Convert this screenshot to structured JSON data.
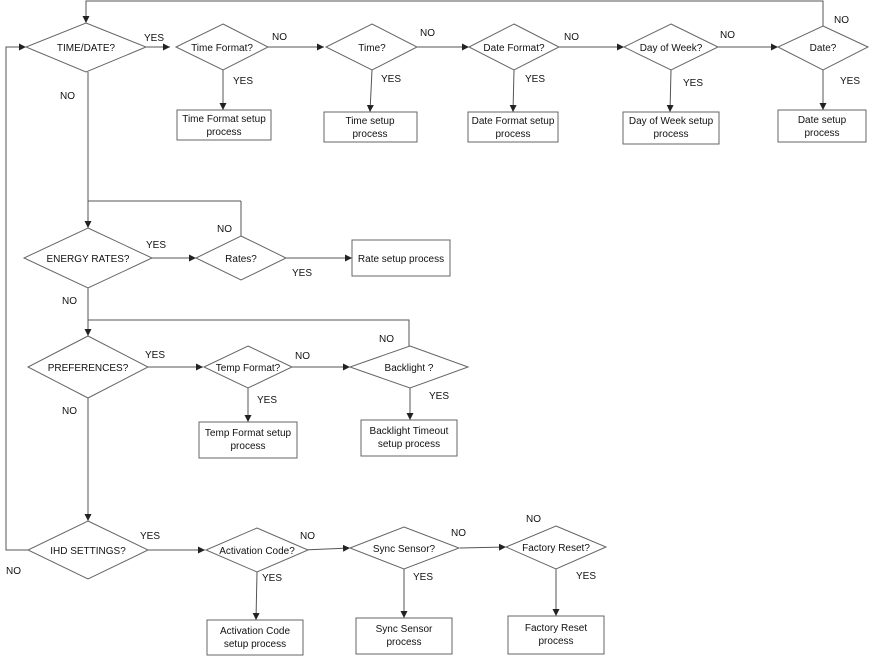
{
  "diagram": {
    "decisions": {
      "time_date": "TIME/DATE?",
      "time_format": "Time Format?",
      "time": "Time?",
      "date_format": "Date Format?",
      "day_of_week": "Day of Week?",
      "date": "Date?",
      "energy_rates": "ENERGY RATES?",
      "rates": "Rates?",
      "preferences": "PREFERENCES?",
      "temp_format": "Temp Format?",
      "backlight": "Backlight ?",
      "ihd_settings": "IHD SETTINGS?",
      "activation_code": "Activation Code?",
      "sync_sensor": "Sync Sensor?",
      "factory_reset": "Factory Reset?"
    },
    "processes": {
      "time_format_setup": [
        "Time Format setup",
        "process"
      ],
      "time_setup": [
        "Time setup",
        "process"
      ],
      "date_format_setup": [
        "Date Format setup",
        "process"
      ],
      "day_of_week_setup": [
        "Day of Week setup",
        "process"
      ],
      "date_setup": [
        "Date setup",
        "process"
      ],
      "rate_setup": [
        "Rate setup process"
      ],
      "temp_format_setup": [
        "Temp Format setup",
        "process"
      ],
      "backlight_timeout_setup": [
        "Backlight Timeout",
        "setup process"
      ],
      "activation_code_setup": [
        "Activation Code",
        "setup process"
      ],
      "sync_sensor_setup": [
        "Sync Sensor",
        "process"
      ],
      "factory_reset_setup": [
        "Factory Reset",
        "process"
      ]
    },
    "labels": {
      "yes": "YES",
      "no": "NO"
    }
  }
}
